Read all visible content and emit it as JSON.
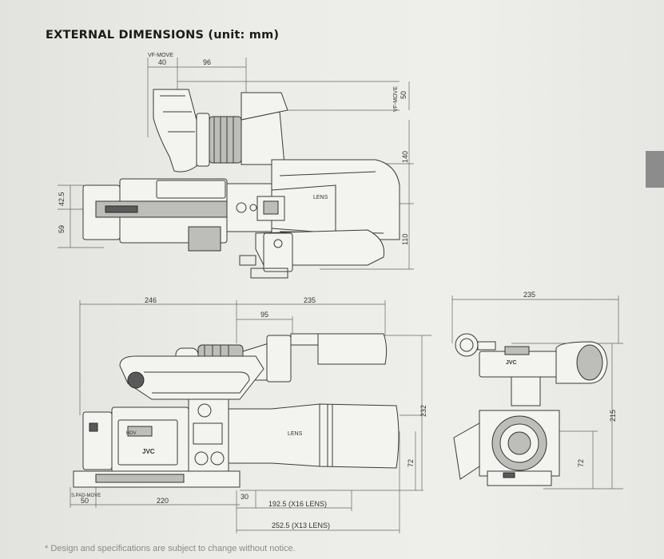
{
  "title": "EXTERNAL DIMENSIONS (unit: mm)",
  "footnote": "* Design and specifications are subject to change without notice.",
  "brand": "JVC",
  "top_view": {
    "vf_move_label": "VF-MOVE",
    "vf_move_value": "40",
    "top_width": "96",
    "vf_move_vertical_label": "VF-MOVE",
    "vf_move_vertical_value": "50",
    "height_upper": "140",
    "height_lower": "110",
    "left_upper": "42.5",
    "left_lower": "59",
    "lens_label": "LENS"
  },
  "side_view": {
    "width_rear": "246",
    "width_front": "235",
    "handle_offset": "95",
    "height_total": "232",
    "height_lens": "72",
    "s_pad_move_label": "S.PAD-MOVE",
    "s_pad_move_value": "50",
    "base_length": "220",
    "front_offset": "30",
    "lens_x16": "192.5 (X16 LENS)",
    "lens_x13": "252.5 (X13 LENS)",
    "lens_label": "LENS",
    "hdv_label": "HDV"
  },
  "front_view": {
    "width": "235",
    "height_total": "215",
    "height_lens": "72"
  }
}
